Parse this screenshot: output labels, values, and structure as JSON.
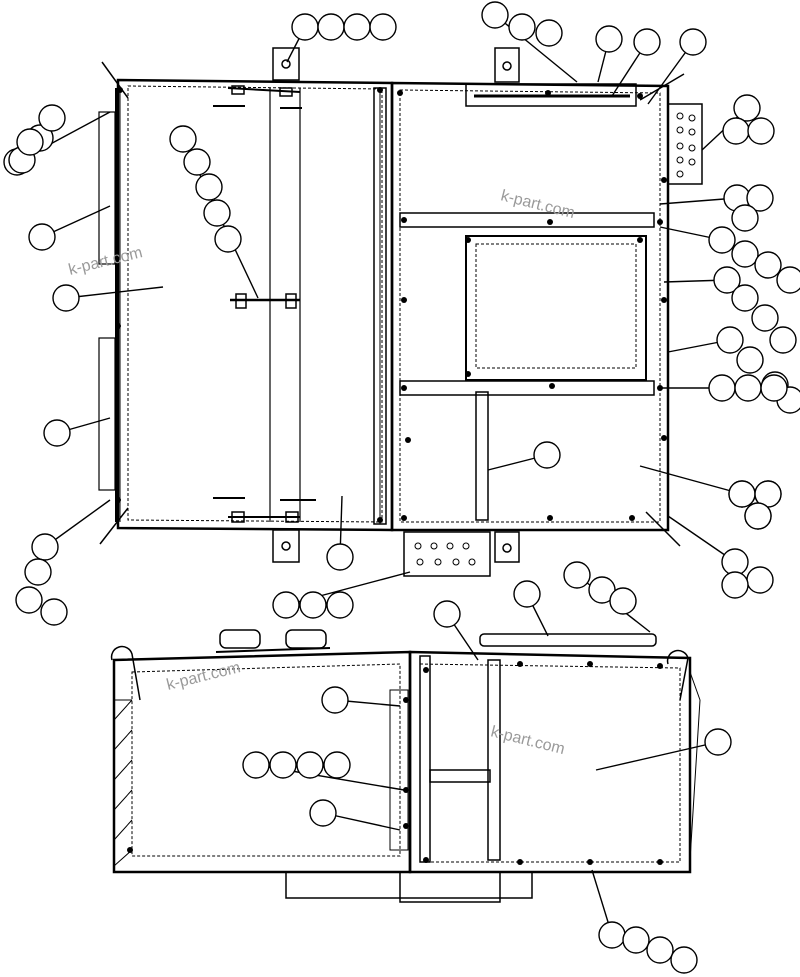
{
  "diagram": {
    "watermark": "k-part.com",
    "callout_groups": [
      {
        "id": "g1",
        "count": 4
      },
      {
        "id": "g2",
        "count": 3
      },
      {
        "id": "g3",
        "count": 1
      },
      {
        "id": "g4",
        "count": 1
      },
      {
        "id": "g5",
        "count": 1
      },
      {
        "id": "g6",
        "count": 3
      },
      {
        "id": "g7",
        "count": 5
      },
      {
        "id": "g8",
        "count": 1
      },
      {
        "id": "g9",
        "count": 1
      },
      {
        "id": "g10",
        "count": 1
      },
      {
        "id": "g11",
        "count": 3
      },
      {
        "id": "g12",
        "count": 4
      },
      {
        "id": "g13",
        "count": 4
      },
      {
        "id": "g14",
        "count": 4
      },
      {
        "id": "g15",
        "count": 3
      },
      {
        "id": "g16",
        "count": 1
      },
      {
        "id": "g17",
        "count": 3
      },
      {
        "id": "g18",
        "count": 4
      },
      {
        "id": "g19",
        "count": 3
      },
      {
        "id": "g20",
        "count": 3
      },
      {
        "id": "g21",
        "count": 1
      },
      {
        "id": "g22",
        "count": 1
      },
      {
        "id": "g23",
        "count": 3
      },
      {
        "id": "g24",
        "count": 1
      },
      {
        "id": "g25",
        "count": 4
      },
      {
        "id": "g26",
        "count": 1
      },
      {
        "id": "g27",
        "count": 1
      },
      {
        "id": "g28",
        "count": 3
      },
      {
        "id": "g29",
        "count": 1
      },
      {
        "id": "g30",
        "count": 4
      },
      {
        "id": "g31",
        "count": 1
      },
      {
        "id": "g32",
        "count": 4
      }
    ]
  }
}
